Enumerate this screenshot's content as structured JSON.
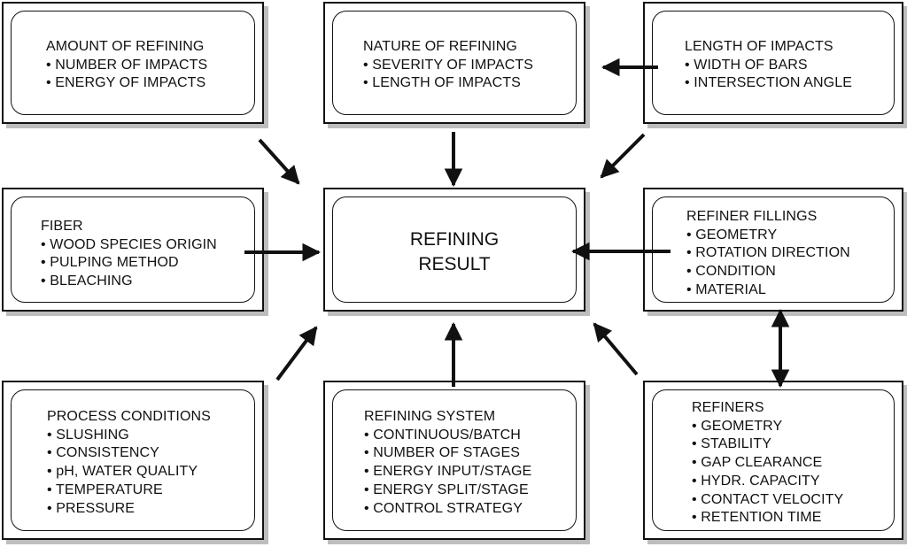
{
  "diagram": {
    "center": {
      "lines": [
        "REFINING",
        "RESULT"
      ]
    },
    "boxes": {
      "amount": {
        "title": "AMOUNT OF REFINING",
        "items": [
          "• NUMBER OF  IMPACTS",
          "• ENERGY OF IMPACTS"
        ]
      },
      "nature": {
        "title": "NATURE OF REFINING",
        "items": [
          "• SEVERITY OF IMPACTS",
          "• LENGTH OF IMPACTS"
        ]
      },
      "length": {
        "title": "LENGTH OF IMPACTS",
        "items": [
          "• WIDTH OF BARS",
          "• INTERSECTION ANGLE"
        ]
      },
      "fiber": {
        "title": "FIBER",
        "items": [
          "• WOOD SPECIES ORIGIN",
          "• PULPING METHOD",
          "• BLEACHING"
        ]
      },
      "fillings": {
        "title": "REFINER FILLINGS",
        "items": [
          "• GEOMETRY",
          "• ROTATION DIRECTION",
          "• CONDITION",
          "• MATERIAL"
        ]
      },
      "process": {
        "title": "PROCESS CONDITIONS",
        "items": [
          "• SLUSHING",
          "• CONSISTENCY",
          "• pH, WATER QUALITY",
          "• TEMPERATURE",
          "• PRESSURE"
        ]
      },
      "system": {
        "title": "REFINING SYSTEM",
        "items": [
          "• CONTINUOUS/BATCH",
          "• NUMBER OF STAGES",
          "• ENERGY INPUT/STAGE",
          "• ENERGY SPLIT/STAGE",
          "• CONTROL STRATEGY"
        ]
      },
      "refiners": {
        "title": "REFINERS",
        "items": [
          "• GEOMETRY",
          "• STABILITY",
          "• GAP CLEARANCE",
          "• HYDR. CAPACITY",
          "• CONTACT VELOCITY",
          "• RETENTION TIME"
        ]
      }
    },
    "edges": [
      {
        "from": "amount",
        "to": "center"
      },
      {
        "from": "nature",
        "to": "center"
      },
      {
        "from": "length",
        "to": "center"
      },
      {
        "from": "length",
        "to": "nature"
      },
      {
        "from": "fiber",
        "to": "center"
      },
      {
        "from": "fillings",
        "to": "center"
      },
      {
        "from": "process",
        "to": "center"
      },
      {
        "from": "system",
        "to": "center"
      },
      {
        "from": "refiners",
        "to": "center"
      },
      {
        "from": "refiners",
        "to": "fillings",
        "bidirectional": true
      }
    ],
    "colors": {
      "stroke": "#111111",
      "shadow": "#bdbdbd",
      "background": "#ffffff"
    }
  }
}
